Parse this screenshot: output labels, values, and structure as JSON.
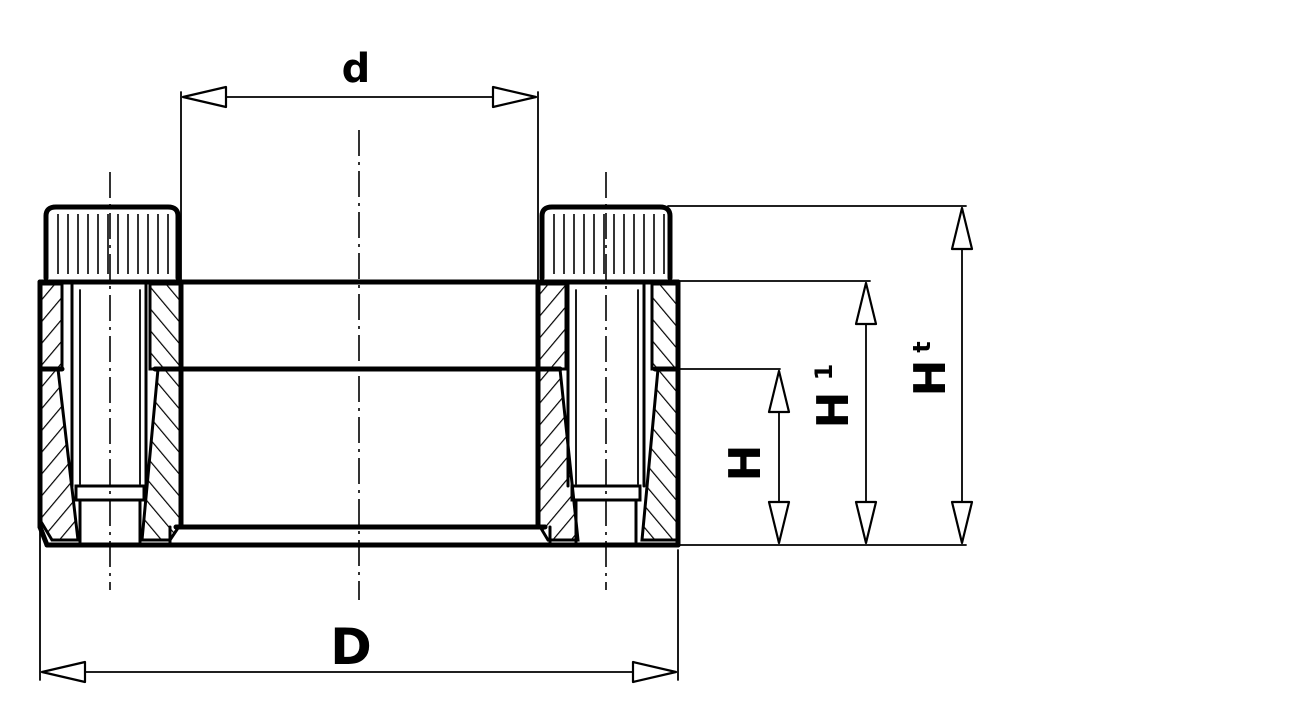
{
  "labels": {
    "inner_diameter": "d",
    "outer_diameter": "D",
    "height_h": "H",
    "height_h1": "H",
    "height_h1_subscript": "1",
    "height_ht": "H",
    "height_ht_subscript": "t"
  }
}
